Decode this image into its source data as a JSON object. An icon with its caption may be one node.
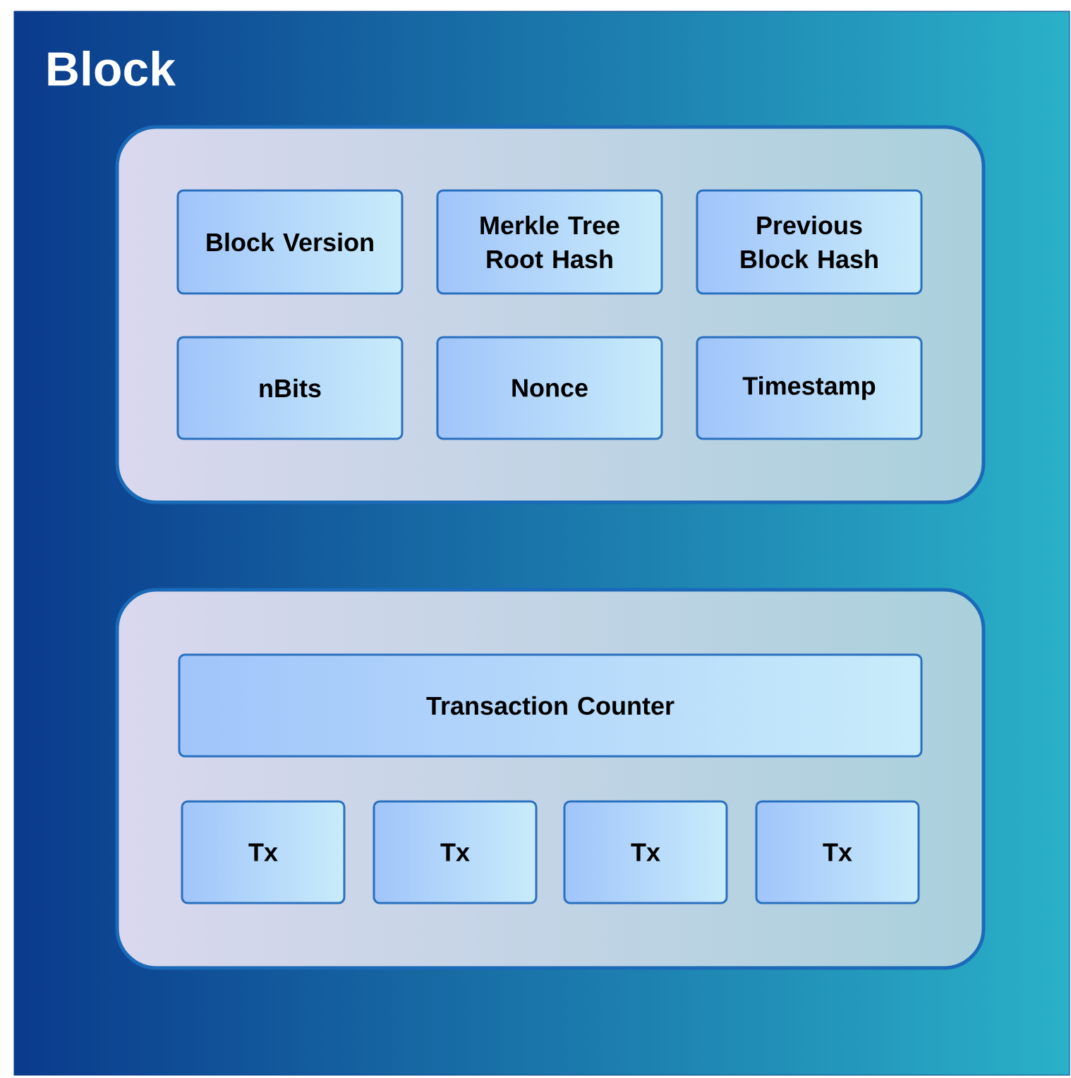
{
  "diagram": {
    "nodes": [
      {
        "text": [
          "Block"
        ]
      },
      {
        "text": [],
        "shape": "box",
        "in": 0
      },
      {
        "text": [
          "Block Version"
        ],
        "in": 1
      },
      {
        "text": [
          "Merkle Tree Root Hash"
        ],
        "in": 1
      },
      {
        "text": [
          "Previous Block Hash"
        ],
        "in": 1
      },
      {
        "text": [
          "nBits"
        ],
        "in": 1
      },
      {
        "text": [
          "Nonce"
        ],
        "in": 1
      },
      {
        "text": [
          "Timestamp"
        ],
        "in": 1
      },
      {
        "text": [],
        "shape": "box",
        "in": 0
      },
      {
        "text": [
          "Transaction Counter"
        ],
        "in": 8
      },
      {
        "text": [
          "Tx"
        ],
        "in": 8
      },
      {
        "text": [
          "Tx"
        ],
        "in": 8
      },
      {
        "text": [
          "Tx"
        ],
        "in": 8
      },
      {
        "text": [
          "Tx"
        ],
        "in": 8
      }
    ]
  }
}
